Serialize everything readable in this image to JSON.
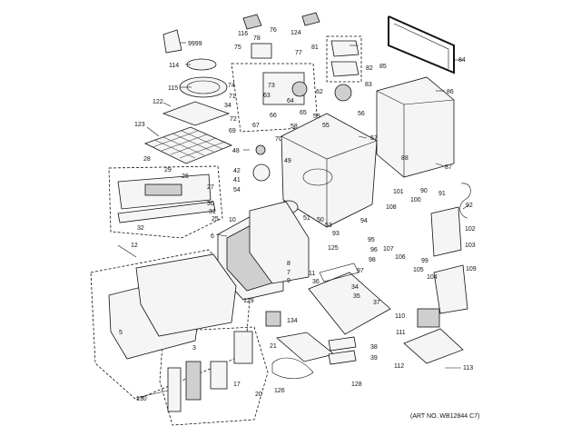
{
  "art_number": "(ART NO. WB12844 C7)",
  "callouts": [
    "9999",
    "116",
    "124",
    "76",
    "78",
    "77",
    "75",
    "81",
    "84",
    "82",
    "114",
    "115",
    "122",
    "74",
    "73",
    "71",
    "34",
    "72",
    "69",
    "63",
    "66",
    "65",
    "62",
    "67",
    "64",
    "123",
    "70",
    "58",
    "59",
    "55",
    "56",
    "57",
    "85",
    "83",
    "86",
    "87",
    "48",
    "49",
    "28",
    "29",
    "26",
    "27",
    "30",
    "31",
    "32",
    "25",
    "42",
    "41",
    "54",
    "51",
    "50",
    "53",
    "88",
    "90",
    "91",
    "92",
    "100",
    "101",
    "108",
    "102",
    "103",
    "12",
    "6",
    "10",
    "8",
    "7",
    "9",
    "11",
    "125",
    "93",
    "94",
    "95",
    "96",
    "97",
    "98",
    "99",
    "104",
    "105",
    "106",
    "107",
    "109",
    "129",
    "36",
    "35",
    "34",
    "37",
    "110",
    "111",
    "112",
    "113",
    "134",
    "21",
    "38",
    "39",
    "126",
    "17",
    "20",
    "128",
    "130",
    "5",
    "3"
  ]
}
